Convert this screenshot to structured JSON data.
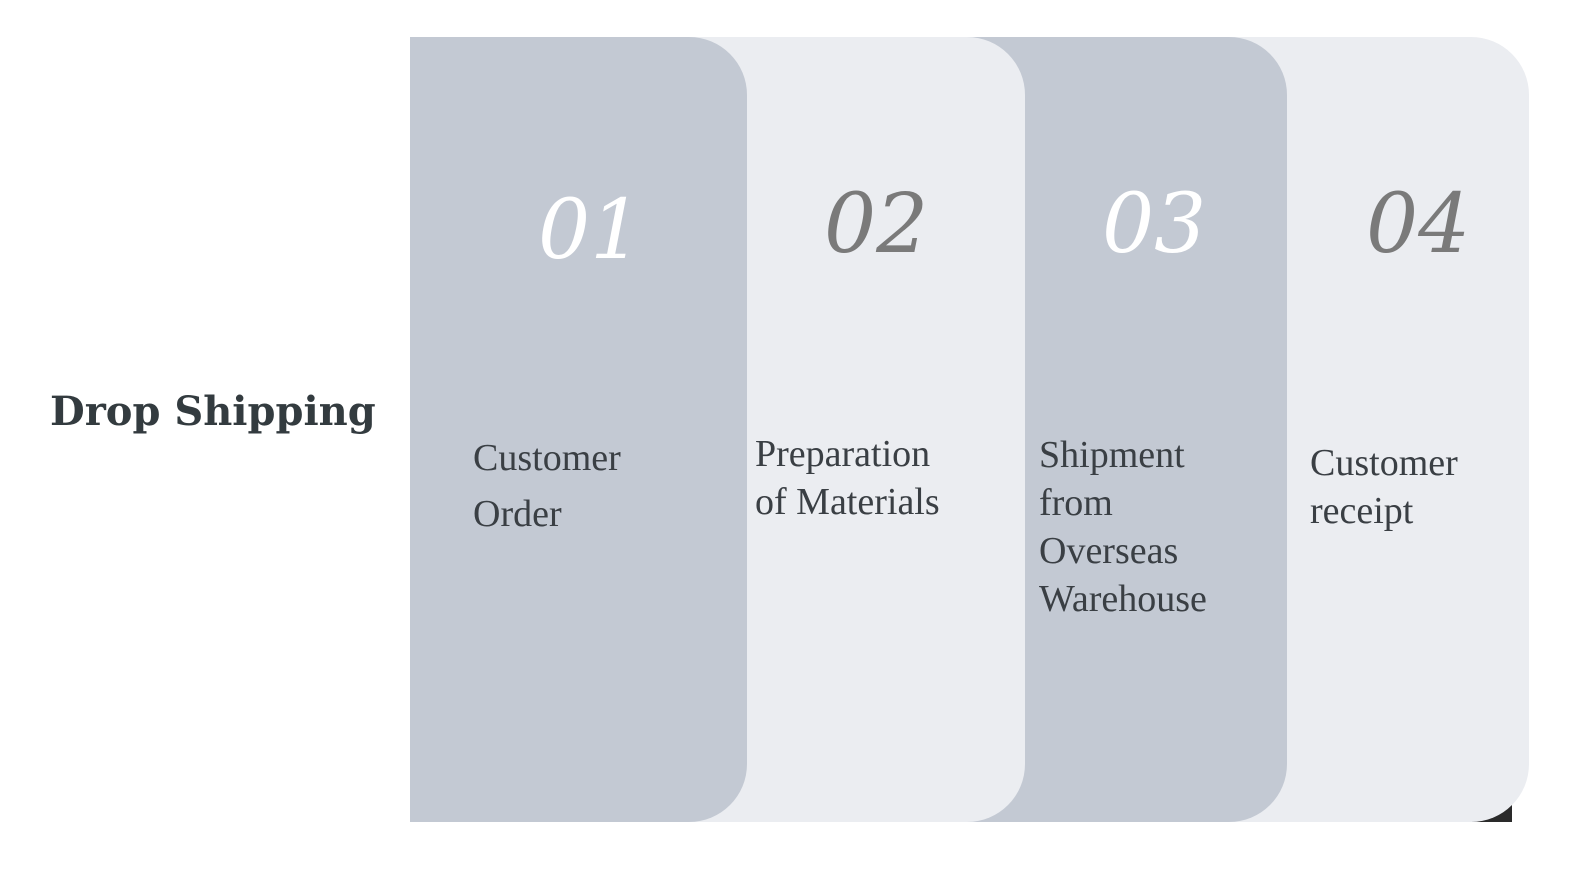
{
  "title": "Drop Shipping",
  "steps": [
    {
      "number": "01",
      "label": "Customer\nOrder"
    },
    {
      "number": "02",
      "label": "Preparation\nof Materials"
    },
    {
      "number": "03",
      "label": "Shipment\nfrom\nOverseas\nWarehouse"
    },
    {
      "number": "04",
      "label": "Customer\nreceipt"
    }
  ],
  "colors": {
    "dark_panel": "#c3c9d3",
    "light_panel": "#ebedf1",
    "title_text": "#333b3f",
    "label_text": "#3a3f44",
    "number_white": "#ffffff",
    "number_grey": "#7a7a7a"
  }
}
